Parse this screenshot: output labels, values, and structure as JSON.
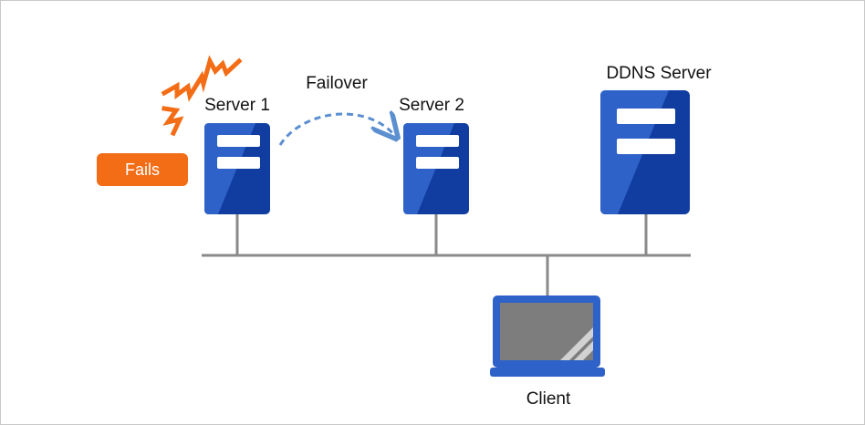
{
  "diagram": {
    "labels": {
      "server1": "Server 1",
      "server2": "Server 2",
      "ddns_server": "DDNS Server",
      "client": "Client",
      "failover": "Failover",
      "fails": "Fails"
    },
    "icons": {
      "server1": "server-icon",
      "server2": "server-icon",
      "ddns_server": "server-icon",
      "client": "laptop-icon",
      "failure": "failure-burst-icon"
    },
    "colors": {
      "server_light": "#2f62c9",
      "server_dark": "#103d9f",
      "server_slot": "#ffffff",
      "network_line": "#8a8a8a",
      "failover_arrow": "#5b8fd0",
      "fails_badge": "#f36c16",
      "failure_burst": "#f36c16",
      "laptop_body": "#2f62c9",
      "laptop_screen": "#7d7d7d",
      "frame_border": "#c8c8c8"
    }
  }
}
